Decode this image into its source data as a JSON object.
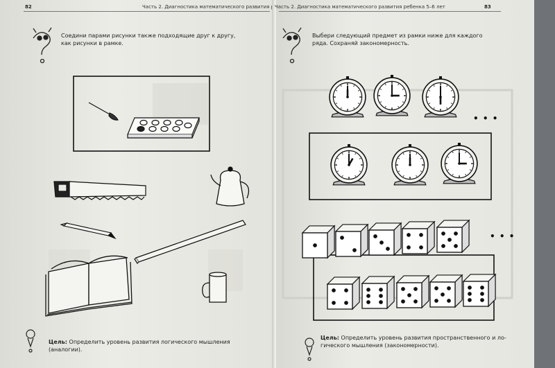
{
  "left_page": {
    "number": "82",
    "header": "Часть 2. Диагностика математического развития ребенка 5–6 лет",
    "instruction_line1": "Соедини парами рисунки также подходящие друг к другу,",
    "instruction_line2": "как рисунки в рамке.",
    "goal_label": "Цель:",
    "goal_line1": "Определить уровень развития логического мышления",
    "goal_line2": "(аналогии)."
  },
  "right_page": {
    "number": "83",
    "header": "Часть 2. Диагностика математического развития ребенка 5–6 лет",
    "instruction_line1": "Выбери следующий предмет из рамки ниже для каждого",
    "instruction_line2": "ряда. Сохраняй закономерность.",
    "ellipsis": "• • •",
    "goal_label": "Цель:",
    "goal_line1": "Определить уровень развития пространственного и ло-",
    "goal_line2": "гического мышления (закономерности)."
  },
  "dice_row_top": [
    1,
    2,
    3,
    4,
    5
  ],
  "dice_row_options": [
    4,
    6,
    5,
    5,
    6
  ],
  "clocks_top_hours": [
    12,
    3,
    6
  ],
  "clocks_options_hours": [
    1,
    12,
    3
  ]
}
